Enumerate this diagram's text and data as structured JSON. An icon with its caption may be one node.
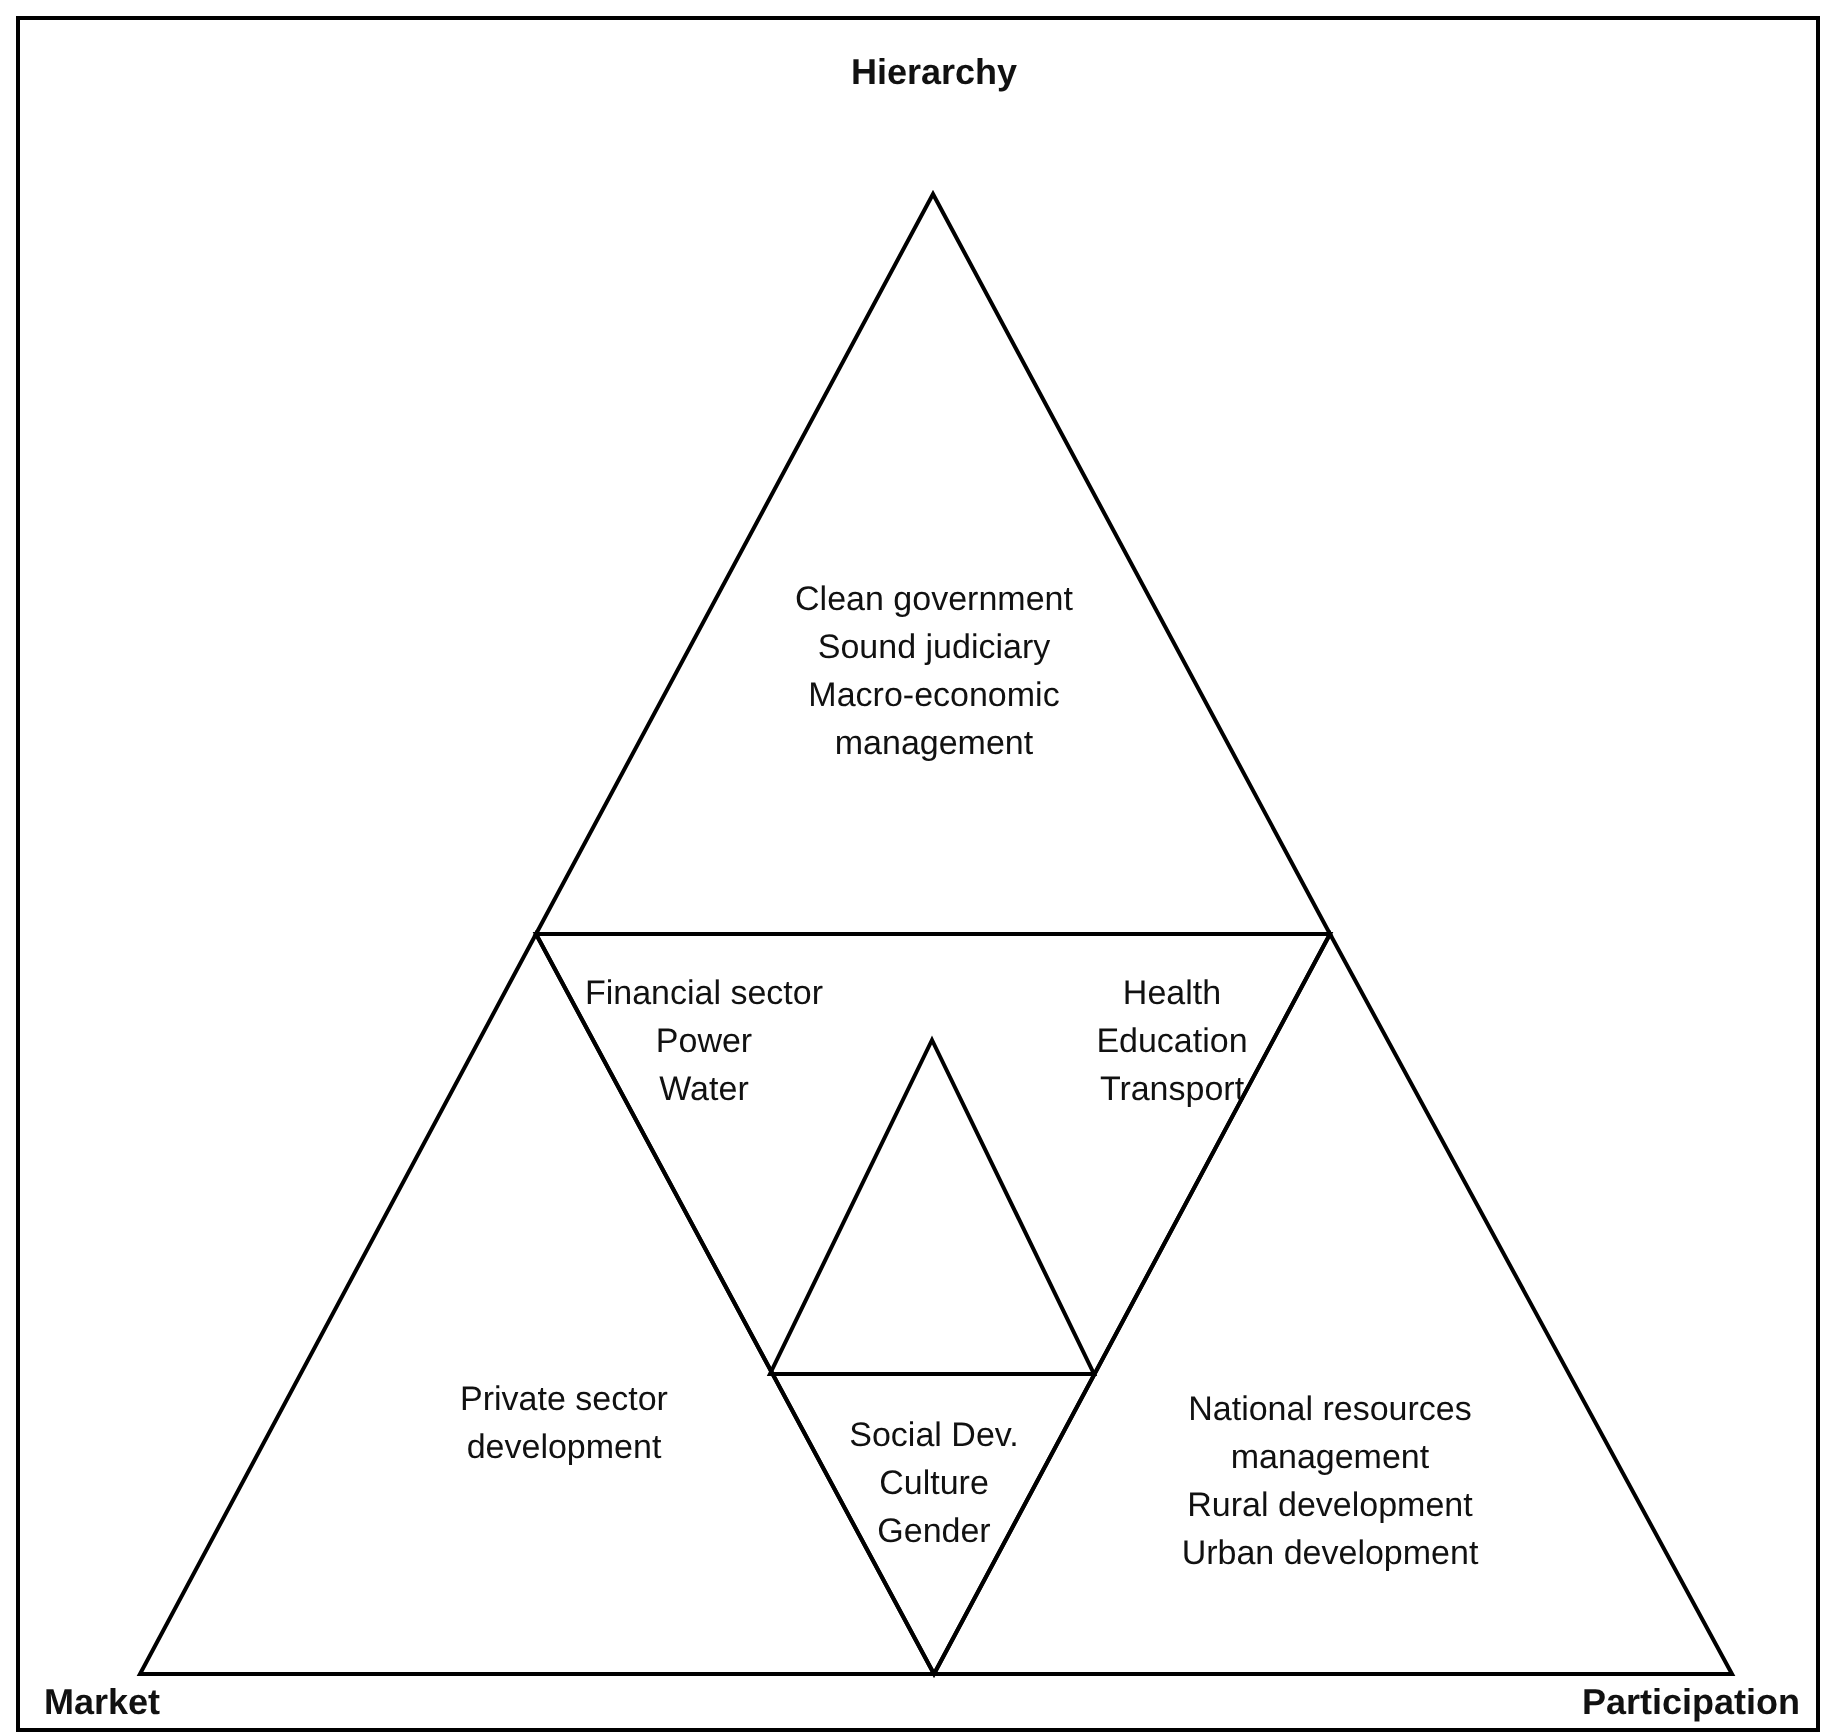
{
  "diagram": {
    "nodes": [
      {
        "text": [
          "Clean government",
          "Sound judiciary",
          "Macro-economic management"
        ]
      },
      {
        "text": [
          "Private sector development"
        ]
      },
      {
        "text": [
          "Financial sector",
          "Power",
          "Water",
          "Health",
          "Education",
          "Transport",
          "Social Dev.",
          "Culture",
          "Gender"
        ]
      },
      {
        "text": [],
        "shape": "triangle",
        "in": 2
      },
      {
        "text": [
          "National resources management",
          "Rural development",
          "Urban development"
        ]
      }
    ],
    "labels": [
      "Hierarchy",
      "Market",
      "Participation"
    ]
  }
}
